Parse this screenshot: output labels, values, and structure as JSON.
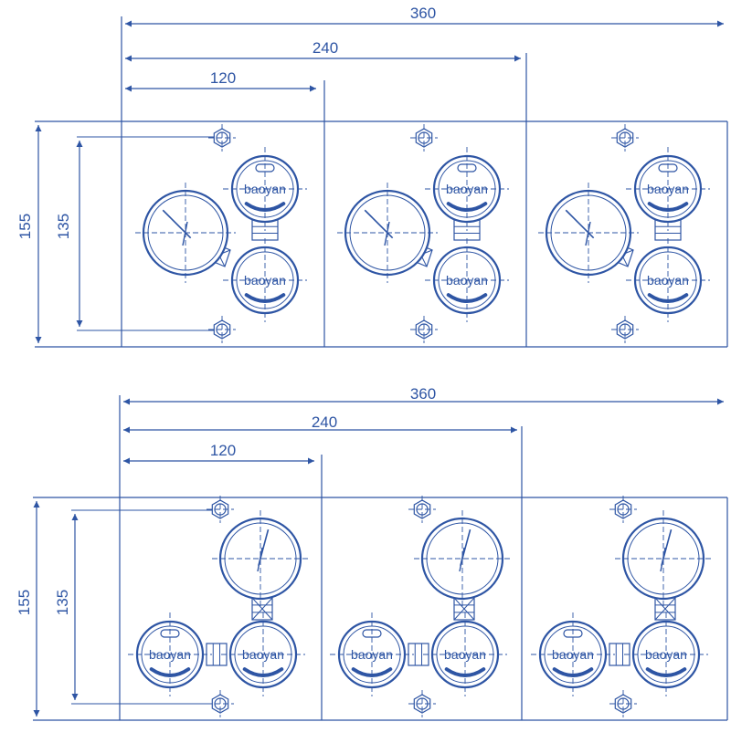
{
  "colors": {
    "line": "#2e55a4",
    "light": "#7f9bd0"
  },
  "top_drawing": {
    "dim_360": "360",
    "dim_240": "240",
    "dim_120": "120",
    "dim_155": "155",
    "dim_135": "135",
    "brand": "baoyan"
  },
  "bottom_drawing": {
    "dim_360": "360",
    "dim_240": "240",
    "dim_120": "120",
    "dim_155": "155",
    "dim_135": "135",
    "brand": "baoyan"
  }
}
